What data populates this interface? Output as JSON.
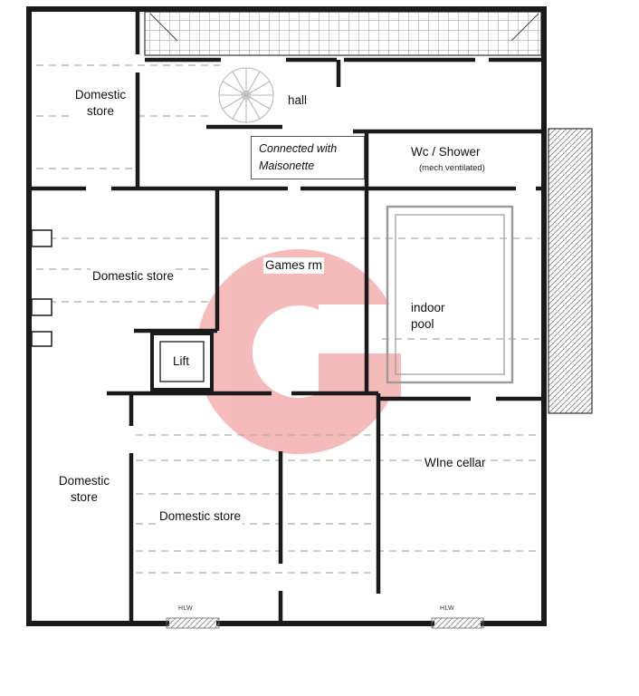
{
  "page": {
    "background": "#ffffff"
  },
  "watermark": {
    "letter": "G",
    "color": "#ee8585",
    "opacity": "0.55"
  },
  "plan": {
    "rooms": {
      "store_top_left": "Domestic\nstore",
      "hall": "hall",
      "wc_shower": "Wc / Shower",
      "wc_shower_note": "(mech ventilated)",
      "store_mid_left": "Domestic store",
      "games_room": "Games rm",
      "indoor_pool": "indoor\npool",
      "lift": "Lift",
      "store_bottom_left": "Domestic\nstore",
      "wine_cellar": "WIne cellar",
      "store_bottom_mid": "Domestic store"
    },
    "annotations": {
      "connected_note": "Connected with\nMaisonette",
      "door_left": "HLW",
      "door_right": "HLW"
    }
  }
}
